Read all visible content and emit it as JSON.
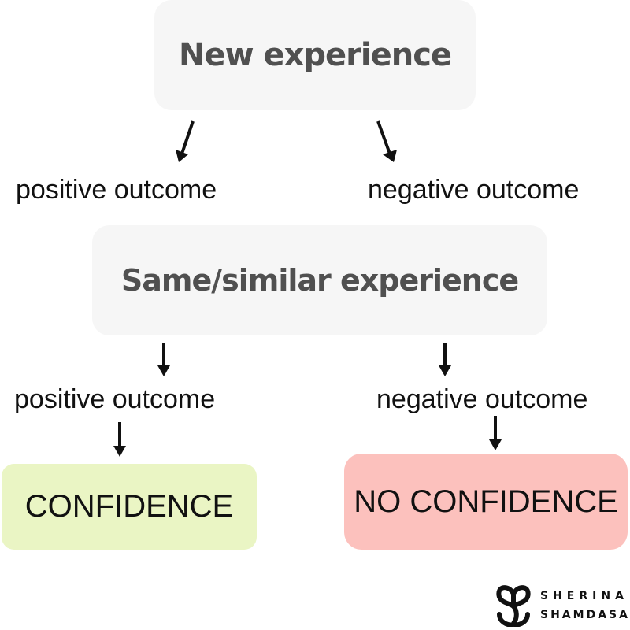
{
  "nodes": {
    "new_experience": "New experience",
    "same_similar_experience": "Same/similar experience",
    "confidence": "CONFIDENCE",
    "no_confidence": "NO CONFIDENCE"
  },
  "outcomes": {
    "first_positive": "positive outcome",
    "first_negative": "negative outcome",
    "second_positive": "positive outcome",
    "second_negative": "negative outcome"
  },
  "logo": {
    "line1": "SHERINA",
    "line2": "SHAMDASANI"
  },
  "colors": {
    "node_bg": "#f6f6f6",
    "node_text": "#505050",
    "confidence_bg": "#eaf5c4",
    "no_confidence_bg": "#fcc1bd",
    "text": "#111111"
  }
}
